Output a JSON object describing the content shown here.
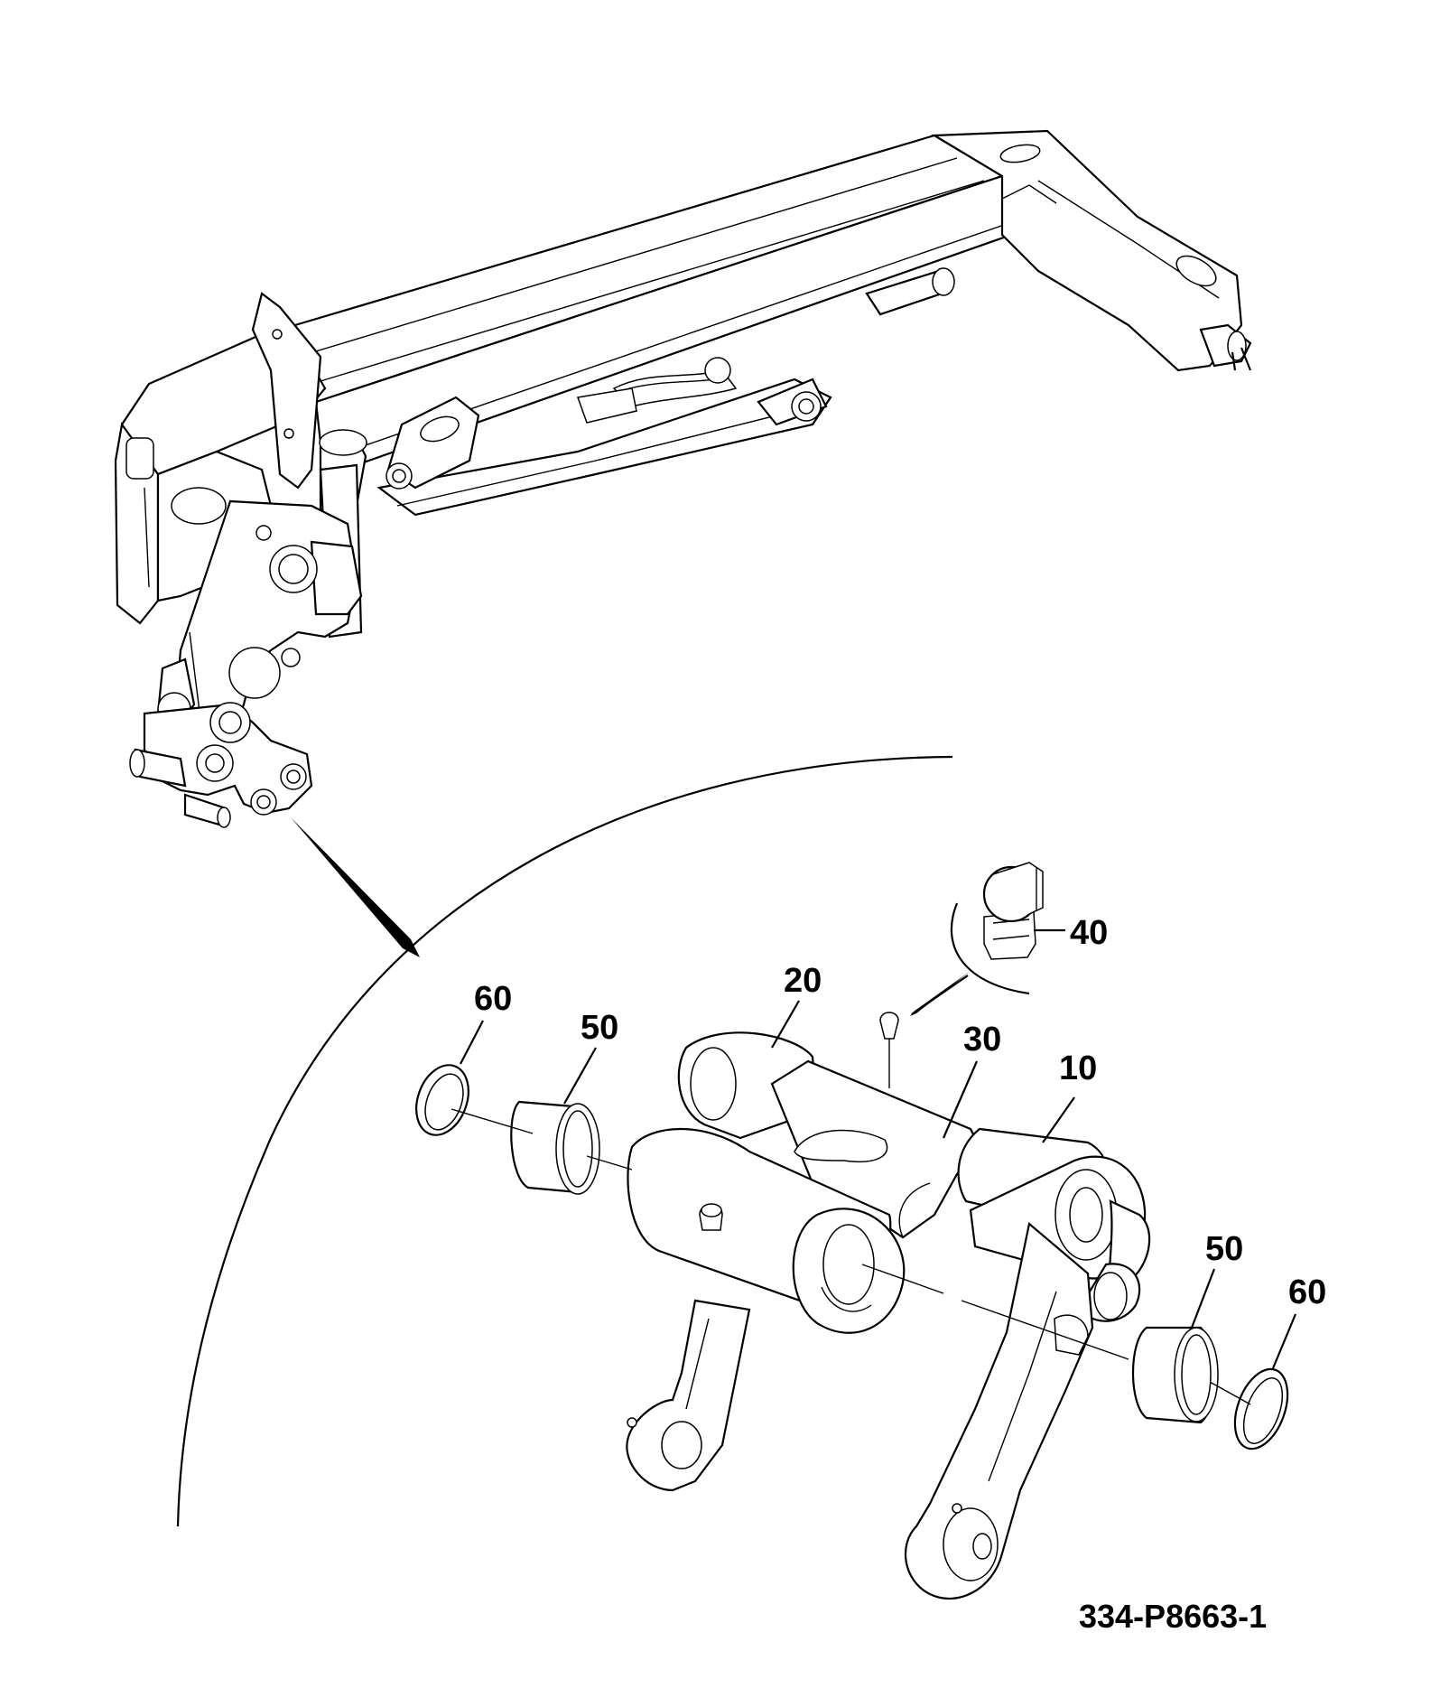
{
  "diagram": {
    "reference": "334-P8663-1",
    "callouts": [
      {
        "id": "c10",
        "label": "10"
      },
      {
        "id": "c20",
        "label": "20"
      },
      {
        "id": "c30",
        "label": "30"
      },
      {
        "id": "c40",
        "label": "40"
      },
      {
        "id": "c50a",
        "label": "50"
      },
      {
        "id": "c50b",
        "label": "50"
      },
      {
        "id": "c60a",
        "label": "60"
      },
      {
        "id": "c60b",
        "label": "60"
      }
    ]
  }
}
